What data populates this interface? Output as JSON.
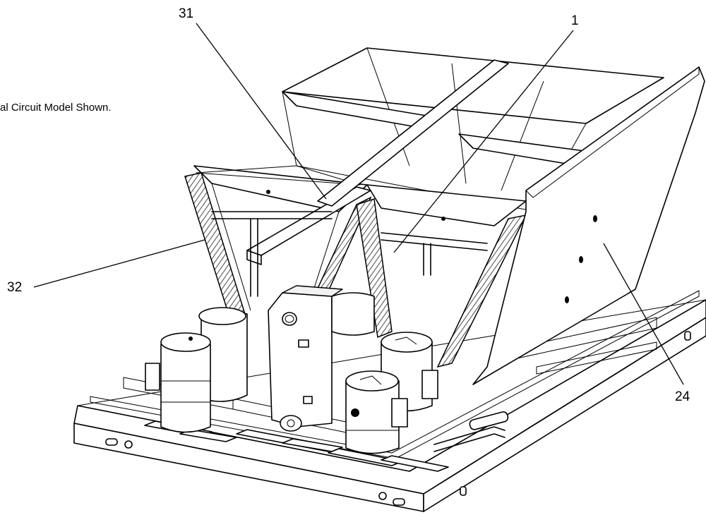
{
  "note": "al Circuit Model Shown.",
  "callouts": {
    "c31": "31",
    "c1": "1",
    "c32": "32",
    "c24": "24"
  }
}
